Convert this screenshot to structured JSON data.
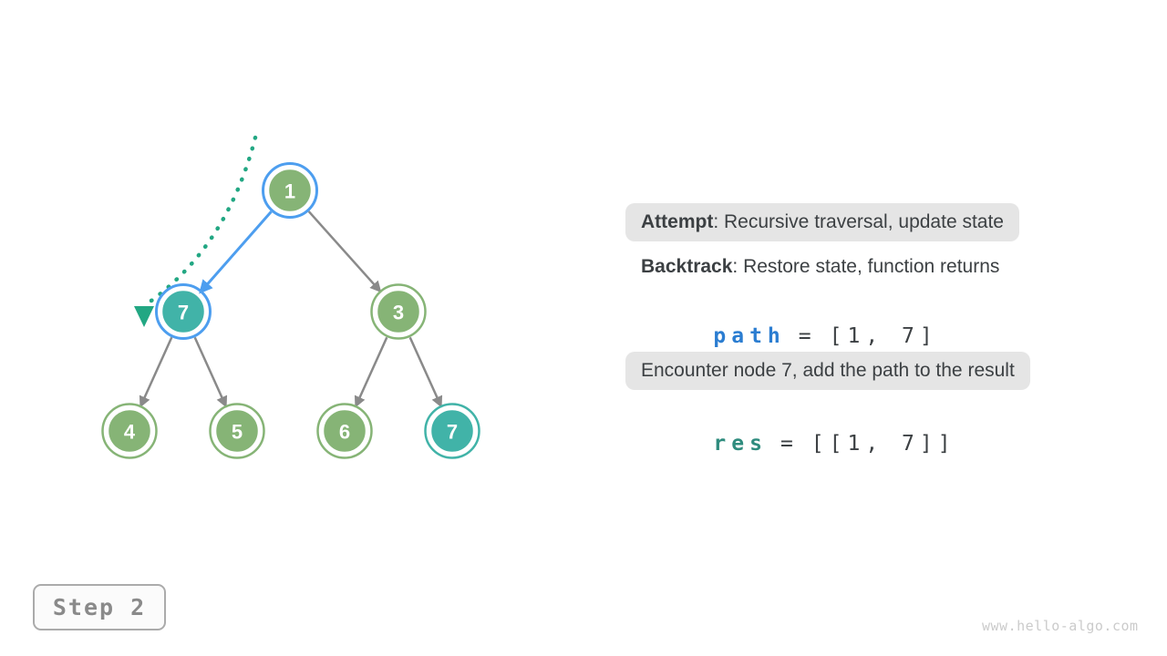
{
  "step_label": "Step 2",
  "watermark": "www.hello-algo.com",
  "tree": {
    "nodes": [
      {
        "value": "1",
        "state": "visited-highlight"
      },
      {
        "value": "7",
        "state": "current-highlight"
      },
      {
        "value": "3",
        "state": "normal"
      },
      {
        "value": "4",
        "state": "normal"
      },
      {
        "value": "5",
        "state": "normal"
      },
      {
        "value": "6",
        "state": "normal"
      },
      {
        "value": "7",
        "state": "target"
      }
    ]
  },
  "annotations": {
    "attempt": {
      "label": "Attempt",
      "text": ": Recursive traversal, update state"
    },
    "backtrack": {
      "label": "Backtrack",
      "text": ": Restore state, function returns"
    },
    "path": {
      "variable": "path",
      "operator": "=",
      "value": "[1, 7]"
    },
    "encounter": {
      "text": "Encounter node 7, add the path to the result"
    },
    "res": {
      "variable": "res",
      "operator": "=",
      "value": "[[1, 7]]"
    }
  },
  "colors": {
    "node_green": "#86B476",
    "node_teal": "#41B3A8",
    "highlight_blue": "#4D9EEF",
    "edge_gray": "#8A8A8A",
    "backtrack_green": "#22A783",
    "code_path_blue": "#2B7DD1",
    "code_res_teal": "#2F8C7E",
    "note_box_gray": "#E5E5E5",
    "text_dark": "#3C4043"
  }
}
